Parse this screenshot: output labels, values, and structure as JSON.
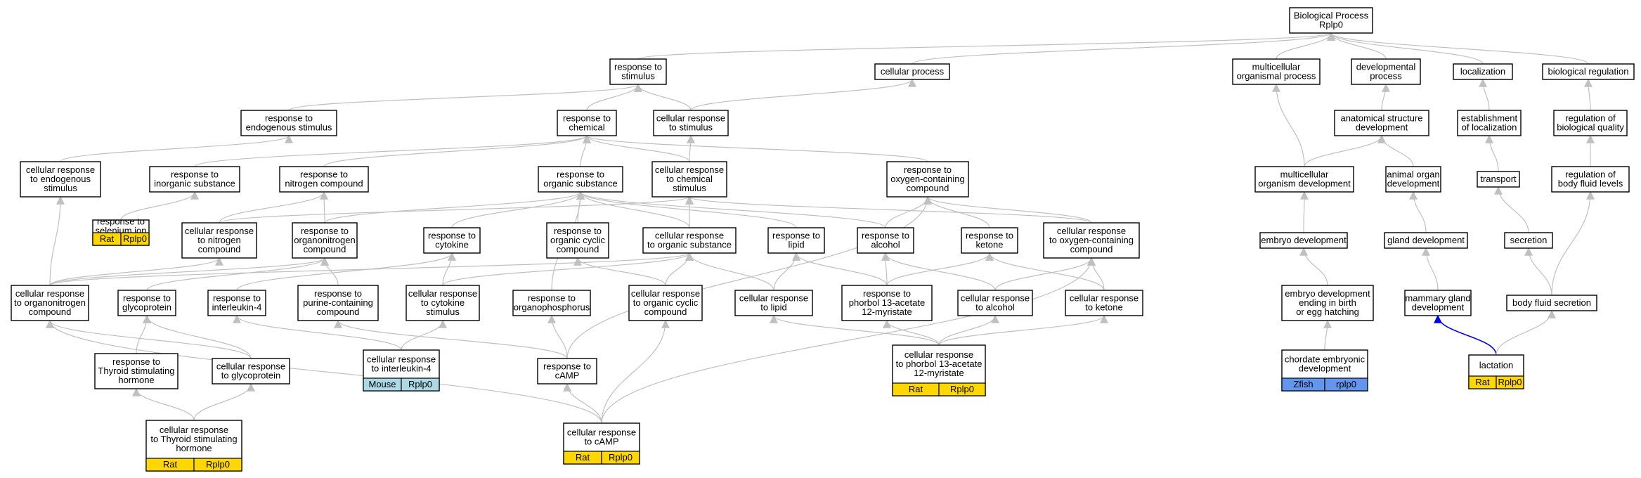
{
  "title": "Biological Process Rplp0",
  "colors": {
    "edge": "#c0c0c0",
    "highlight_edge": "#0000ee",
    "rat": "#ffd700",
    "mouse": "#add8e6",
    "zfish": "#6495ed",
    "node_border": "#000000"
  },
  "nodes": [
    {
      "id": "bp",
      "lines": [
        "Biological Process",
        "Rplp0"
      ]
    },
    {
      "id": "rts",
      "lines": [
        "response to",
        "stimulus"
      ]
    },
    {
      "id": "cp",
      "lines": [
        "cellular process"
      ]
    },
    {
      "id": "mop",
      "lines": [
        "multicellular",
        "organismal process"
      ]
    },
    {
      "id": "devp",
      "lines": [
        "developmental",
        "process"
      ]
    },
    {
      "id": "loc",
      "lines": [
        "localization"
      ]
    },
    {
      "id": "breg",
      "lines": [
        "biological regulation"
      ]
    },
    {
      "id": "rtes",
      "lines": [
        "response to",
        "endogenous stimulus"
      ]
    },
    {
      "id": "rtc",
      "lines": [
        "response to",
        "chemical"
      ]
    },
    {
      "id": "crts",
      "lines": [
        "cellular response",
        "to stimulus"
      ]
    },
    {
      "id": "asd",
      "lines": [
        "anatomical structure",
        "development"
      ]
    },
    {
      "id": "eol",
      "lines": [
        "establishment",
        "of localization"
      ]
    },
    {
      "id": "robq",
      "lines": [
        "regulation of",
        "biological quality"
      ]
    },
    {
      "id": "cres",
      "lines": [
        "cellular response",
        "to endogenous",
        "stimulus"
      ]
    },
    {
      "id": "rtis",
      "lines": [
        "response to",
        "inorganic substance"
      ]
    },
    {
      "id": "rtnc",
      "lines": [
        "response to",
        "nitrogen compound"
      ]
    },
    {
      "id": "rtos",
      "lines": [
        "response to",
        "organic substance"
      ]
    },
    {
      "id": "crcs",
      "lines": [
        "cellular response",
        "to chemical",
        "stimulus"
      ]
    },
    {
      "id": "rtocc",
      "lines": [
        "response to",
        "oxygen-containing",
        "compound"
      ]
    },
    {
      "id": "mod",
      "lines": [
        "multicellular",
        "organism development"
      ]
    },
    {
      "id": "aod",
      "lines": [
        "animal organ",
        "development"
      ]
    },
    {
      "id": "trans",
      "lines": [
        "transport"
      ]
    },
    {
      "id": "robfl",
      "lines": [
        "regulation of",
        "body fluid levels"
      ]
    },
    {
      "id": "rtsi",
      "lines": [
        "response to",
        "selenium ion"
      ],
      "species": [
        {
          "name": "Rat",
          "color": "rat"
        },
        {
          "name": "Rplp0",
          "color": "rat"
        }
      ]
    },
    {
      "id": "crnc",
      "lines": [
        "cellular response",
        "to nitrogen",
        "compound"
      ]
    },
    {
      "id": "rtonc",
      "lines": [
        "response to",
        "organonitrogen",
        "compound"
      ]
    },
    {
      "id": "rtcyt",
      "lines": [
        "response to",
        "cytokine"
      ]
    },
    {
      "id": "rtocyc",
      "lines": [
        "response to",
        "organic cyclic",
        "compound"
      ]
    },
    {
      "id": "cros",
      "lines": [
        "cellular response",
        "to organic substance"
      ]
    },
    {
      "id": "rtl",
      "lines": [
        "response to",
        "lipid"
      ]
    },
    {
      "id": "rta",
      "lines": [
        "response to",
        "alcohol"
      ]
    },
    {
      "id": "rtk",
      "lines": [
        "response to",
        "ketone"
      ]
    },
    {
      "id": "crocc",
      "lines": [
        "cellular response",
        "to oxygen-containing",
        "compound"
      ]
    },
    {
      "id": "ed",
      "lines": [
        "embryo development"
      ]
    },
    {
      "id": "gd",
      "lines": [
        "gland development"
      ]
    },
    {
      "id": "sec",
      "lines": [
        "secretion"
      ]
    },
    {
      "id": "cronc",
      "lines": [
        "cellular response",
        "to organonitrogen",
        "compound"
      ]
    },
    {
      "id": "rtg",
      "lines": [
        "response to",
        "glycoprotein"
      ]
    },
    {
      "id": "rti4",
      "lines": [
        "response to",
        "interleukin-4"
      ]
    },
    {
      "id": "rtpcc",
      "lines": [
        "response to",
        "purine-containing",
        "compound"
      ]
    },
    {
      "id": "crcyt",
      "lines": [
        "cellular response",
        "to cytokine",
        "stimulus"
      ]
    },
    {
      "id": "rtop",
      "lines": [
        "response to",
        "organophosphorus"
      ]
    },
    {
      "id": "crocyc",
      "lines": [
        "cellular response",
        "to organic cyclic",
        "compound"
      ]
    },
    {
      "id": "crl",
      "lines": [
        "cellular response",
        "to lipid"
      ]
    },
    {
      "id": "rtpma",
      "lines": [
        "response to",
        "phorbol 13-acetate",
        "12-myristate"
      ]
    },
    {
      "id": "cra",
      "lines": [
        "cellular response",
        "to alcohol"
      ]
    },
    {
      "id": "crk",
      "lines": [
        "cellular response",
        "to ketone"
      ]
    },
    {
      "id": "edeb",
      "lines": [
        "embryo development",
        "ending in birth",
        "or egg hatching"
      ]
    },
    {
      "id": "mgd",
      "lines": [
        "mammary gland",
        "development"
      ]
    },
    {
      "id": "bfs",
      "lines": [
        "body fluid secretion"
      ]
    },
    {
      "id": "rttsh",
      "lines": [
        "response to",
        "Thyroid stimulating",
        "hormone"
      ]
    },
    {
      "id": "crg",
      "lines": [
        "cellular response",
        "to glycoprotein"
      ]
    },
    {
      "id": "cri4",
      "lines": [
        "cellular response",
        "to interleukin-4"
      ],
      "species": [
        {
          "name": "Mouse",
          "color": "mouse"
        },
        {
          "name": "Rplp0",
          "color": "mouse"
        }
      ]
    },
    {
      "id": "rtcamp",
      "lines": [
        "response to",
        "cAMP"
      ]
    },
    {
      "id": "crpma",
      "lines": [
        "cellular response",
        "to phorbol 13-acetate",
        "12-myristate"
      ],
      "species": [
        {
          "name": "Rat",
          "color": "rat"
        },
        {
          "name": "Rplp0",
          "color": "rat"
        }
      ]
    },
    {
      "id": "ced",
      "lines": [
        "chordate embryonic",
        "development"
      ],
      "species": [
        {
          "name": "Zfish",
          "color": "zfish"
        },
        {
          "name": "rplp0",
          "color": "zfish"
        }
      ]
    },
    {
      "id": "lact",
      "lines": [
        "lactation"
      ],
      "species": [
        {
          "name": "Rat",
          "color": "rat"
        },
        {
          "name": "Rplp0",
          "color": "rat"
        }
      ]
    },
    {
      "id": "crtsh",
      "lines": [
        "cellular response",
        "to Thyroid stimulating",
        "hormone"
      ],
      "species": [
        {
          "name": "Rat",
          "color": "rat"
        },
        {
          "name": "Rplp0",
          "color": "rat"
        }
      ]
    },
    {
      "id": "crcamp",
      "lines": [
        "cellular response",
        "to cAMP"
      ],
      "species": [
        {
          "name": "Rat",
          "color": "rat"
        },
        {
          "name": "Rplp0",
          "color": "rat"
        }
      ]
    }
  ],
  "edges": [
    [
      "rts",
      "bp"
    ],
    [
      "cp",
      "bp"
    ],
    [
      "mop",
      "bp"
    ],
    [
      "devp",
      "bp"
    ],
    [
      "loc",
      "bp"
    ],
    [
      "breg",
      "bp"
    ],
    [
      "rtes",
      "rts"
    ],
    [
      "rtc",
      "rts"
    ],
    [
      "crts",
      "rts"
    ],
    [
      "crts",
      "cp"
    ],
    [
      "asd",
      "devp"
    ],
    [
      "eol",
      "loc"
    ],
    [
      "robq",
      "breg"
    ],
    [
      "cres",
      "rtes"
    ],
    [
      "rtis",
      "rtc"
    ],
    [
      "rtnc",
      "rtc"
    ],
    [
      "rtos",
      "rtc"
    ],
    [
      "crcs",
      "rtc"
    ],
    [
      "crcs",
      "crts"
    ],
    [
      "rtocc",
      "rtc"
    ],
    [
      "mod",
      "mop"
    ],
    [
      "mod",
      "asd"
    ],
    [
      "aod",
      "asd"
    ],
    [
      "trans",
      "eol"
    ],
    [
      "robfl",
      "robq"
    ],
    [
      "rtsi",
      "rtis"
    ],
    [
      "crnc",
      "rtnc"
    ],
    [
      "crnc",
      "crcs"
    ],
    [
      "rtonc",
      "rtnc"
    ],
    [
      "rtonc",
      "rtos"
    ],
    [
      "rtcyt",
      "rtos"
    ],
    [
      "rtocyc",
      "rtos"
    ],
    [
      "cros",
      "rtos"
    ],
    [
      "cros",
      "crcs"
    ],
    [
      "rtl",
      "rtos"
    ],
    [
      "rta",
      "rtos"
    ],
    [
      "rta",
      "rtocc"
    ],
    [
      "rtk",
      "rtocc"
    ],
    [
      "crocc",
      "rtocc"
    ],
    [
      "crocc",
      "crcs"
    ],
    [
      "ed",
      "mod"
    ],
    [
      "gd",
      "aod"
    ],
    [
      "sec",
      "trans"
    ],
    [
      "cronc",
      "cres"
    ],
    [
      "cronc",
      "crnc"
    ],
    [
      "cronc",
      "rtonc"
    ],
    [
      "cronc",
      "cros"
    ],
    [
      "rtg",
      "rtonc"
    ],
    [
      "rti4",
      "rtcyt"
    ],
    [
      "rtpcc",
      "rtonc"
    ],
    [
      "crcyt",
      "rtcyt"
    ],
    [
      "crcyt",
      "cros"
    ],
    [
      "rtop",
      "rtos"
    ],
    [
      "crocyc",
      "rtocyc"
    ],
    [
      "crocyc",
      "cros"
    ],
    [
      "crl",
      "rtl"
    ],
    [
      "crl",
      "cros"
    ],
    [
      "rtpma",
      "rtl"
    ],
    [
      "rtpma",
      "rta"
    ],
    [
      "rtpma",
      "rtk"
    ],
    [
      "cra",
      "rta"
    ],
    [
      "cra",
      "crocc"
    ],
    [
      "crk",
      "rtk"
    ],
    [
      "crk",
      "crocc"
    ],
    [
      "edeb",
      "ed"
    ],
    [
      "mgd",
      "gd"
    ],
    [
      "bfs",
      "sec"
    ],
    [
      "bfs",
      "robfl"
    ],
    [
      "rttsh",
      "rtg"
    ],
    [
      "crg",
      "rtg"
    ],
    [
      "crg",
      "cronc"
    ],
    [
      "cri4",
      "rti4"
    ],
    [
      "cri4",
      "crcyt"
    ],
    [
      "rtcamp",
      "rtpcc"
    ],
    [
      "rtcamp",
      "rtop"
    ],
    [
      "rtcamp",
      "rtocc"
    ],
    [
      "crpma",
      "rtpma"
    ],
    [
      "crpma",
      "crl"
    ],
    [
      "crpma",
      "cra"
    ],
    [
      "crpma",
      "crk"
    ],
    [
      "ced",
      "edeb"
    ],
    [
      "lact",
      "mgd"
    ],
    [
      "lact",
      "bfs"
    ],
    [
      "crtsh",
      "rttsh"
    ],
    [
      "crtsh",
      "crg"
    ],
    [
      "crcamp",
      "rtcamp"
    ],
    [
      "crcamp",
      "crocyc"
    ],
    [
      "crcamp",
      "cronc"
    ],
    [
      "crcamp",
      "crocc"
    ]
  ],
  "highlight_edges": [
    [
      "lact",
      "mgd"
    ]
  ]
}
